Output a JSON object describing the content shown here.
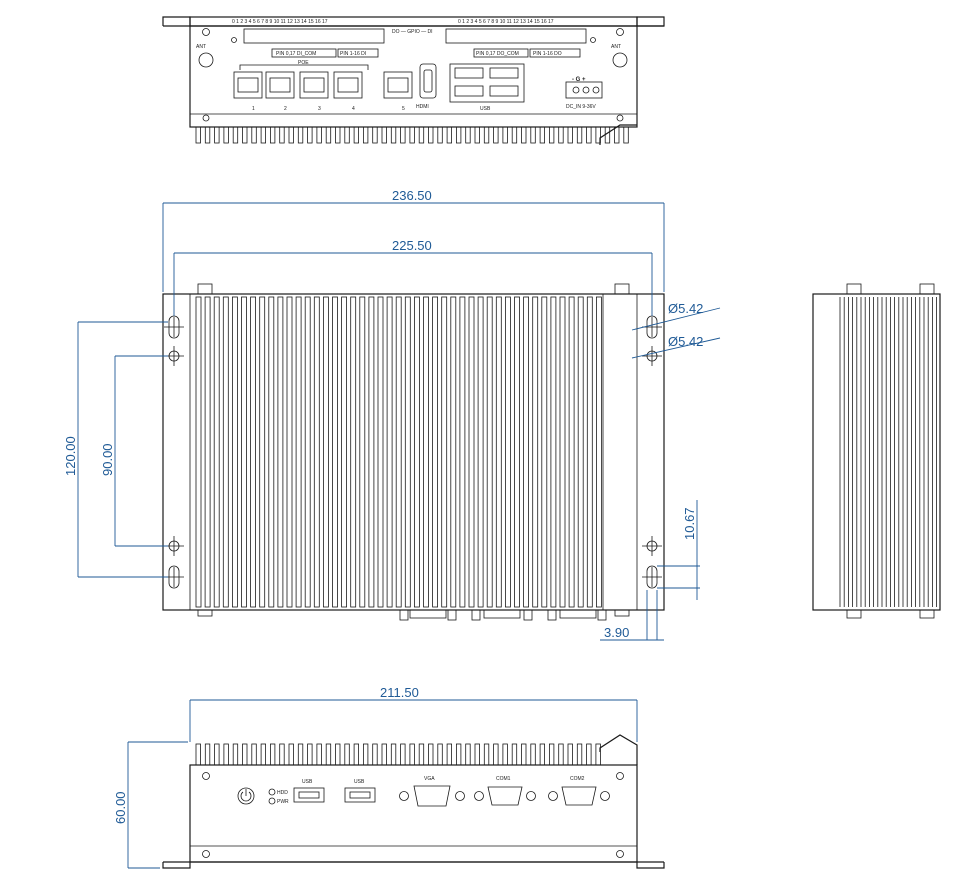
{
  "dimensions": {
    "total_width": "236.50",
    "hole_spacing_width": "225.50",
    "total_height": "120.00",
    "hole_spacing_height": "90.00",
    "hole_diameter_top": "Ø5.42",
    "hole_diameter_bottom": "Ø5.42",
    "slot_offset": "10.67",
    "edge_offset": "3.90",
    "front_width": "211.50",
    "front_height": "60.00"
  },
  "rear_panel": {
    "ant_left": "ANT",
    "ant_right": "ANT",
    "gpio_label": "DO — GPIO — DI",
    "pin_label_left": "PIN 1-16 DI",
    "pin_label_left2": "PIN 0,17 DI_COM",
    "pin_label_right": "PIN 1-16 DO",
    "pin_label_right2": "PIN 0,17 DO_COM",
    "pin_numbers": "0 1 2 3 4 5 6 7 8 9 10 11 12 13 14 15 16 17",
    "poe_label": "POE",
    "lan_labels": [
      "1",
      "2",
      "3",
      "4",
      "5"
    ],
    "hdmi_label": "HDMI",
    "usb_label": "USB",
    "power_label": "DC_IN 9-36V",
    "power_polarity": "- G +"
  },
  "front_panel": {
    "usb1_label": "USB",
    "usb2_label": "USB",
    "vga_label": "VGA",
    "com1_label": "COM1",
    "com2_label": "COM2",
    "hdd_label": "HDD",
    "pwr_label": "PWR"
  }
}
